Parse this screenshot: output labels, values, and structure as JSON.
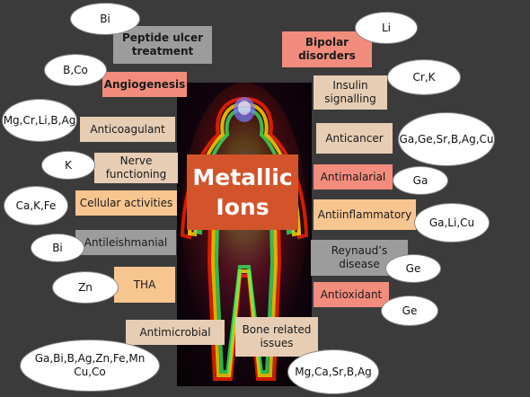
{
  "title": "Metallic Ions",
  "colors": {
    "background": "#3b3b3b",
    "center_box": "#d3542b",
    "gray_label": "#9c9c9c",
    "salmon_label": "#f28c7d",
    "beige_label": "#e6cdb4",
    "peach_label": "#f7c58f"
  },
  "labels": {
    "peptide_ulcer": "Peptide ulcer treatment",
    "bipolar": "Bipolar disorders",
    "angiogenesis": "Angiogenesis",
    "insulin": "Insulin signalling",
    "anticoagulant": "Anticoagulant",
    "anticancer": "Anticancer",
    "nerve": "Nerve functioning",
    "antimalarial": "Antimalarial",
    "cellular": "Cellular activities",
    "antiinflammatory": "Antiinflammatory",
    "antileishmanial": "Antileishmanial",
    "reynaud": "Reynaud’s disease",
    "tha": "THA",
    "antioxidant": "Antioxidant",
    "antimicrobial": "Antimicrobial",
    "bone": "Bone related issues"
  },
  "ions": {
    "peptide_ulcer": "Bi",
    "bipolar": "Li",
    "angiogenesis": "B,Co",
    "insulin": "Cr,K",
    "anticoagulant": "Mg,Cr,Li,B,Ag",
    "anticancer": "Ga,Ge,Sr,B,Ag,Cu",
    "nerve": "K",
    "antimalarial": "Ga",
    "cellular": "Ca,K,Fe",
    "antiinflammatory": "Ga,Li,Cu",
    "antileishmanial": "Bi",
    "reynaud": "Ge",
    "tha": "Zn",
    "antioxidant": "Ge",
    "antimicrobial": "Ga,Bi,B,Ag,Zn,Fe,Mn Cu,Co",
    "bone": "Mg,Ca,Sr,B,Ag"
  }
}
